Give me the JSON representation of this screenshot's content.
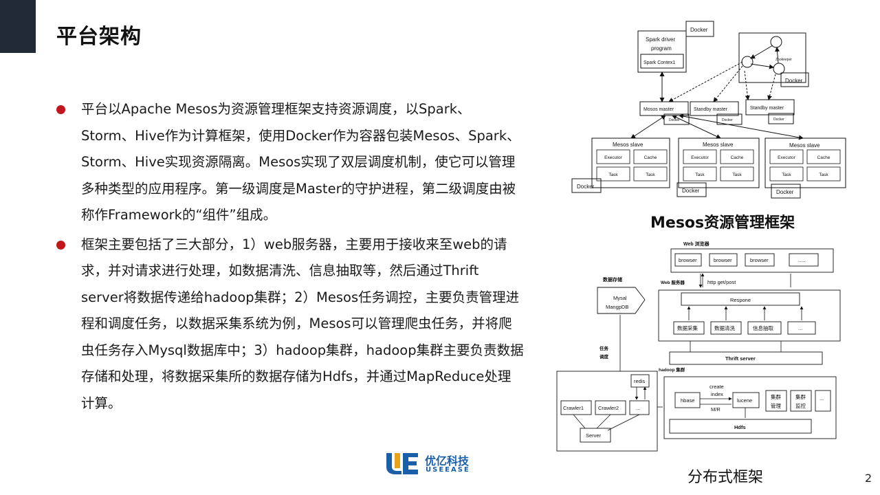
{
  "header": {
    "title": "平台架构"
  },
  "bullets": [
    "平台以Apache Mesos为资源管理框架支持资源调度，以Spark、Storm、Hive作为计算框架，使用Docker作为容器包装Mesos、Spark、Storm、Hive实现资源隔离。Mesos实现了双层调度机制，使它可以管理多种类型的应用程序。第一级调度是Master的守护进程，第二级调度由被称作Framework的“组件”组成。",
    "框架主要包括了三大部分，1）web服务器，主要用于接收来至web的请求，并对请求进行处理，如数据清洗、信息抽取等，然后通过Thrift server将数据传递给hadoop集群；2）Mesos任务调控，主要负责管理进程和调度任务，以数据采集系统为例，Mesos可以管理爬虫任务，并将爬虫任务存入Mysql数据库中；3）hadoop集群，hadoop集群主要负责数据存储和处理，将数据采集所的数据存储为Hdfs，并通过MapReduce处理计算。"
  ],
  "mesos_diagram": {
    "caption": "Mesos资源管理框架",
    "docker": "Docker",
    "spark_driver_line1": "Spark driver",
    "spark_driver_line2": "program",
    "spark_context": "Spark Contex1",
    "zookeeper": "Zookeeper",
    "mesos_master": "Mosos master",
    "standby_master": "Standby master",
    "mesos_slave": "Mesos slave",
    "executor": "Executor",
    "cache": "Cache",
    "task": "Task"
  },
  "dist_diagram": {
    "caption": "分布式框架",
    "web_browser": "Web 浏览器",
    "browser": "browser",
    "ellipsis": ".....",
    "dots": "...",
    "data_storage": "数据存储",
    "mysql": "Mysal",
    "mongodb": "MangpDB",
    "web_server": "Web 服务器",
    "http": "http get/post",
    "response": "Respone",
    "data_collect": "数据采集",
    "data_clean": "数据清洗",
    "info_extract": "信息抽取",
    "task_line1": "任务",
    "task_line2": "调度",
    "thrift": "Thrift server",
    "hadoop_cluster": "hadoop 集群",
    "redis": "redis",
    "crawler1": "Crawler1",
    "crawler2": "Crawler2",
    "server": "Server",
    "hbase": "hbase",
    "create": "create",
    "index": "index",
    "mr": "M/R",
    "lucene": "lucene",
    "cluster_manage_1": "集群",
    "cluster_manage_2": "管理",
    "cluster_monitor_1": "集群",
    "cluster_monitor_2": "监控",
    "hdfs": "Hdfs"
  },
  "logo": {
    "name": "优亿科技",
    "sub": "USEEASE"
  },
  "page_number": "2",
  "colors": {
    "bullet": "#c0171d",
    "corner": "#222a35",
    "logo": "#1b5fa8"
  }
}
